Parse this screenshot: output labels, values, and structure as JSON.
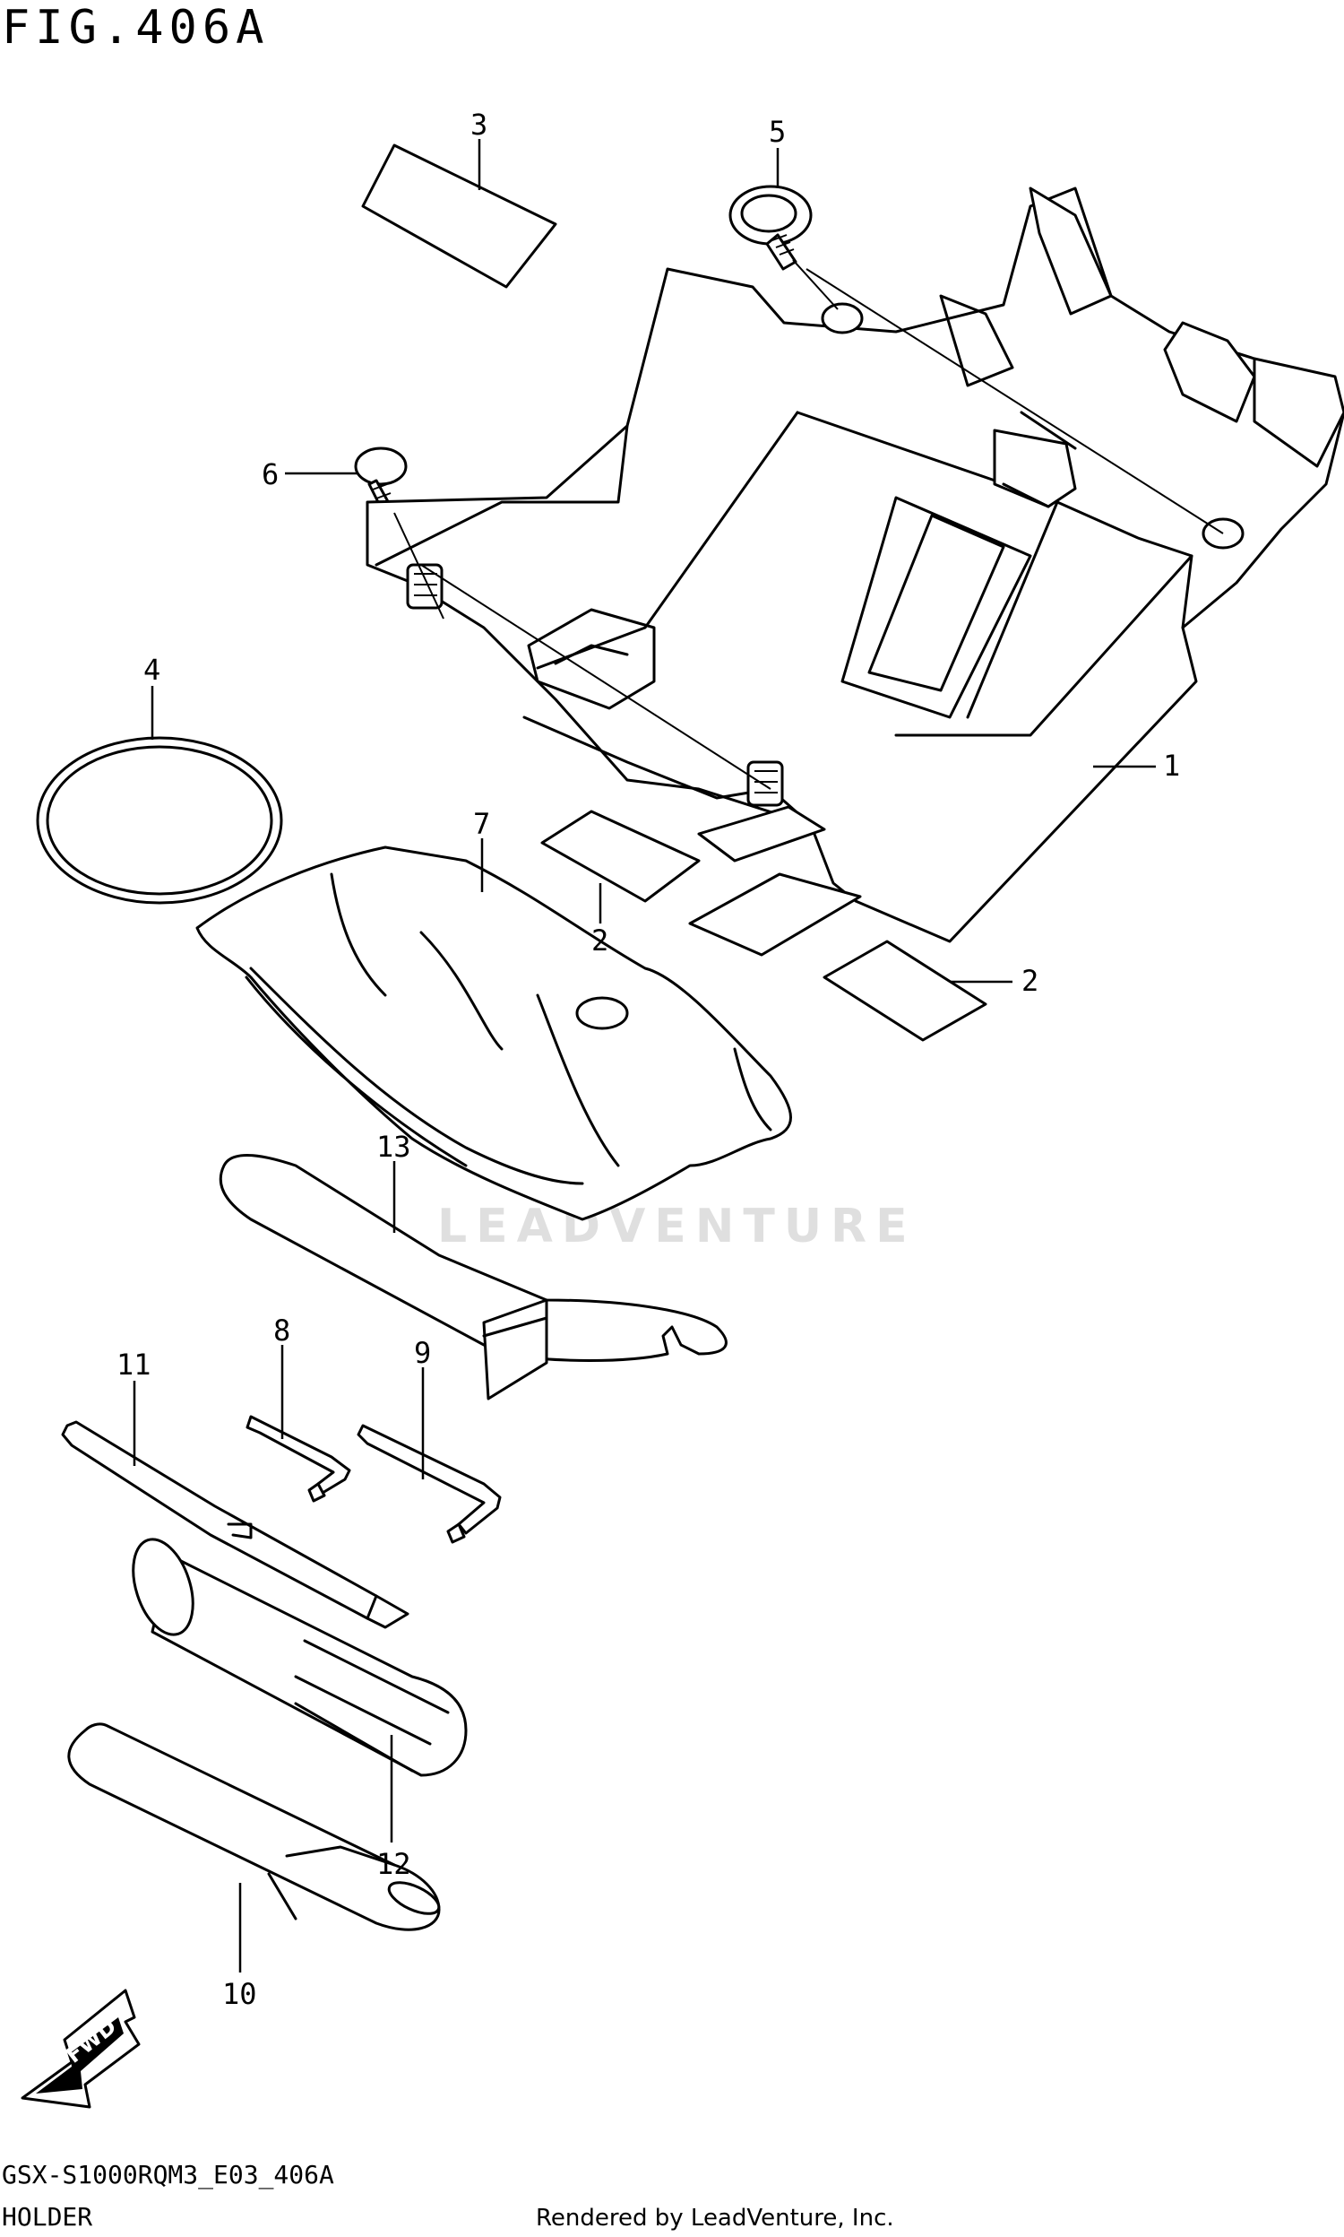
{
  "figure": {
    "title": "FIG.406A",
    "code": "GSX-S1000RQM3_E03_406A",
    "section": "HOLDER",
    "rendered_by": "Rendered by LeadVenture, Inc.",
    "watermark": "LEADVENTURE",
    "fwd_label": "FWD"
  },
  "callouts": {
    "c1": "1",
    "c2a": "2",
    "c2b": "2",
    "c3": "3",
    "c4": "4",
    "c5": "5",
    "c6": "6",
    "c7": "7",
    "c8": "8",
    "c9": "9",
    "c10": "10",
    "c11": "11",
    "c12": "12",
    "c13": "13"
  }
}
